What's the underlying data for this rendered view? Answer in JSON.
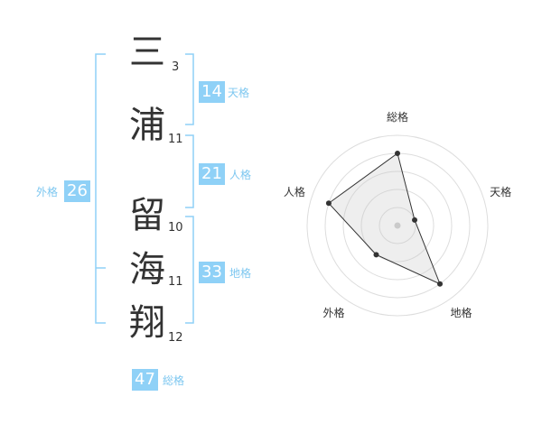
{
  "names": [
    {
      "char": "三",
      "strokes": "3"
    },
    {
      "char": "浦",
      "strokes": "11"
    },
    {
      "char": "留",
      "strokes": "10"
    },
    {
      "char": "海",
      "strokes": "11"
    },
    {
      "char": "翔",
      "strokes": "12"
    }
  ],
  "kaku": {
    "ten": {
      "value": "14",
      "label": "天格"
    },
    "jin": {
      "value": "21",
      "label": "人格"
    },
    "chi": {
      "value": "33",
      "label": "地格"
    },
    "gai": {
      "value": "26",
      "label": "外格"
    },
    "sou": {
      "value": "47",
      "label": "総格"
    }
  },
  "colors": {
    "accent": "#8fd1f7",
    "accent_text": "#7dc7f0",
    "text": "#333333"
  },
  "chart_data": {
    "type": "radar",
    "axes": [
      "総格",
      "天格",
      "地格",
      "外格",
      "人格"
    ],
    "values": [
      4,
      1,
      4,
      2,
      4
    ],
    "rlim": [
      0,
      5
    ],
    "rings": 5
  }
}
